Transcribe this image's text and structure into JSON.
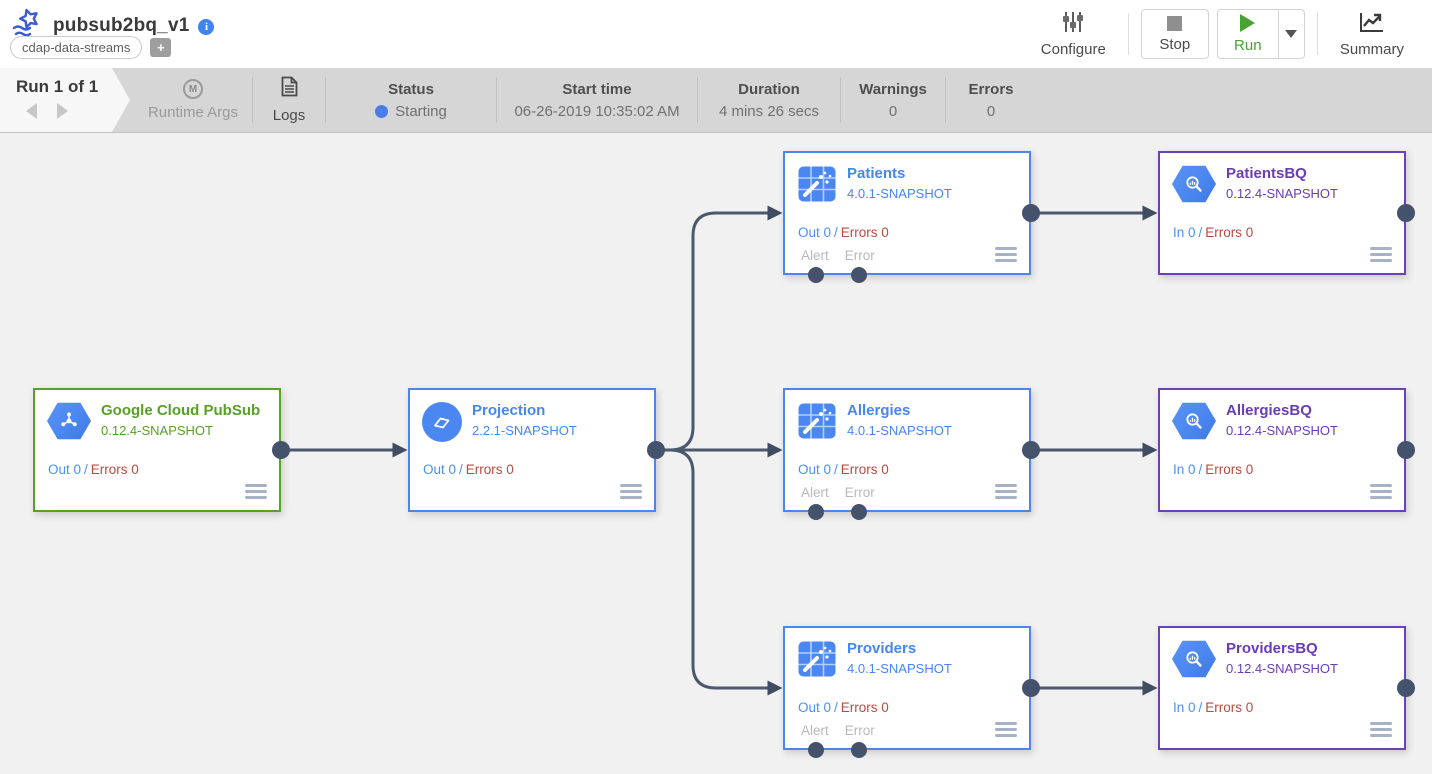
{
  "header": {
    "title": "pubsub2bq_v1",
    "info_icon": "i",
    "tag": "cdap-data-streams",
    "add_tag": "+",
    "configure_label": "Configure",
    "stop_label": "Stop",
    "run_label": "Run",
    "summary_label": "Summary"
  },
  "runbar": {
    "run_counter": "Run 1 of 1",
    "runtime_args_icon": "M",
    "runtime_args_label": "Runtime Args",
    "logs_label": "Logs",
    "status_label": "Status",
    "status_value": "Starting",
    "start_time_label": "Start time",
    "start_time_value": "06-26-2019 10:35:02 AM",
    "duration_label": "Duration",
    "duration_value": "4 mins 26 secs",
    "warnings_label": "Warnings",
    "warnings_value": "0",
    "errors_label": "Errors",
    "errors_value": "0"
  },
  "colors": {
    "source_green": "#56a126",
    "transform_blue": "#4b86ec",
    "sink_purple": "#6b40b8",
    "metric_blue": "#4a90f5",
    "error_red": "#b94a3f",
    "status_blue": "#4a7de8",
    "run_green": "#4aa134",
    "edge_slate": "#45526b"
  },
  "nodes": [
    {
      "name": "Google Cloud PubSub",
      "version": "0.12.4-SNAPSHOT",
      "metric": "Out 0",
      "sep": "/",
      "errors": "Errors 0"
    },
    {
      "name": "Projection",
      "version": "2.2.1-SNAPSHOT",
      "metric": "Out 0",
      "sep": "/",
      "errors": "Errors 0"
    },
    {
      "name": "Patients",
      "version": "4.0.1-SNAPSHOT",
      "metric": "Out 0",
      "sep": "/",
      "errors": "Errors 0",
      "alert": "Alert",
      "error": "Error"
    },
    {
      "name": "Allergies",
      "version": "4.0.1-SNAPSHOT",
      "metric": "Out 0",
      "sep": "/",
      "errors": "Errors 0",
      "alert": "Alert",
      "error": "Error"
    },
    {
      "name": "Providers",
      "version": "4.0.1-SNAPSHOT",
      "metric": "Out 0",
      "sep": "/",
      "errors": "Errors 0",
      "alert": "Alert",
      "error": "Error"
    },
    {
      "name": "PatientsBQ",
      "version": "0.12.4-SNAPSHOT",
      "metric": "In 0",
      "sep": "/",
      "errors": "Errors 0"
    },
    {
      "name": "AllergiesBQ",
      "version": "0.12.4-SNAPSHOT",
      "metric": "In 0",
      "sep": "/",
      "errors": "Errors 0"
    },
    {
      "name": "ProvidersBQ",
      "version": "0.12.4-SNAPSHOT",
      "metric": "In 0",
      "sep": "/",
      "errors": "Errors 0"
    }
  ]
}
